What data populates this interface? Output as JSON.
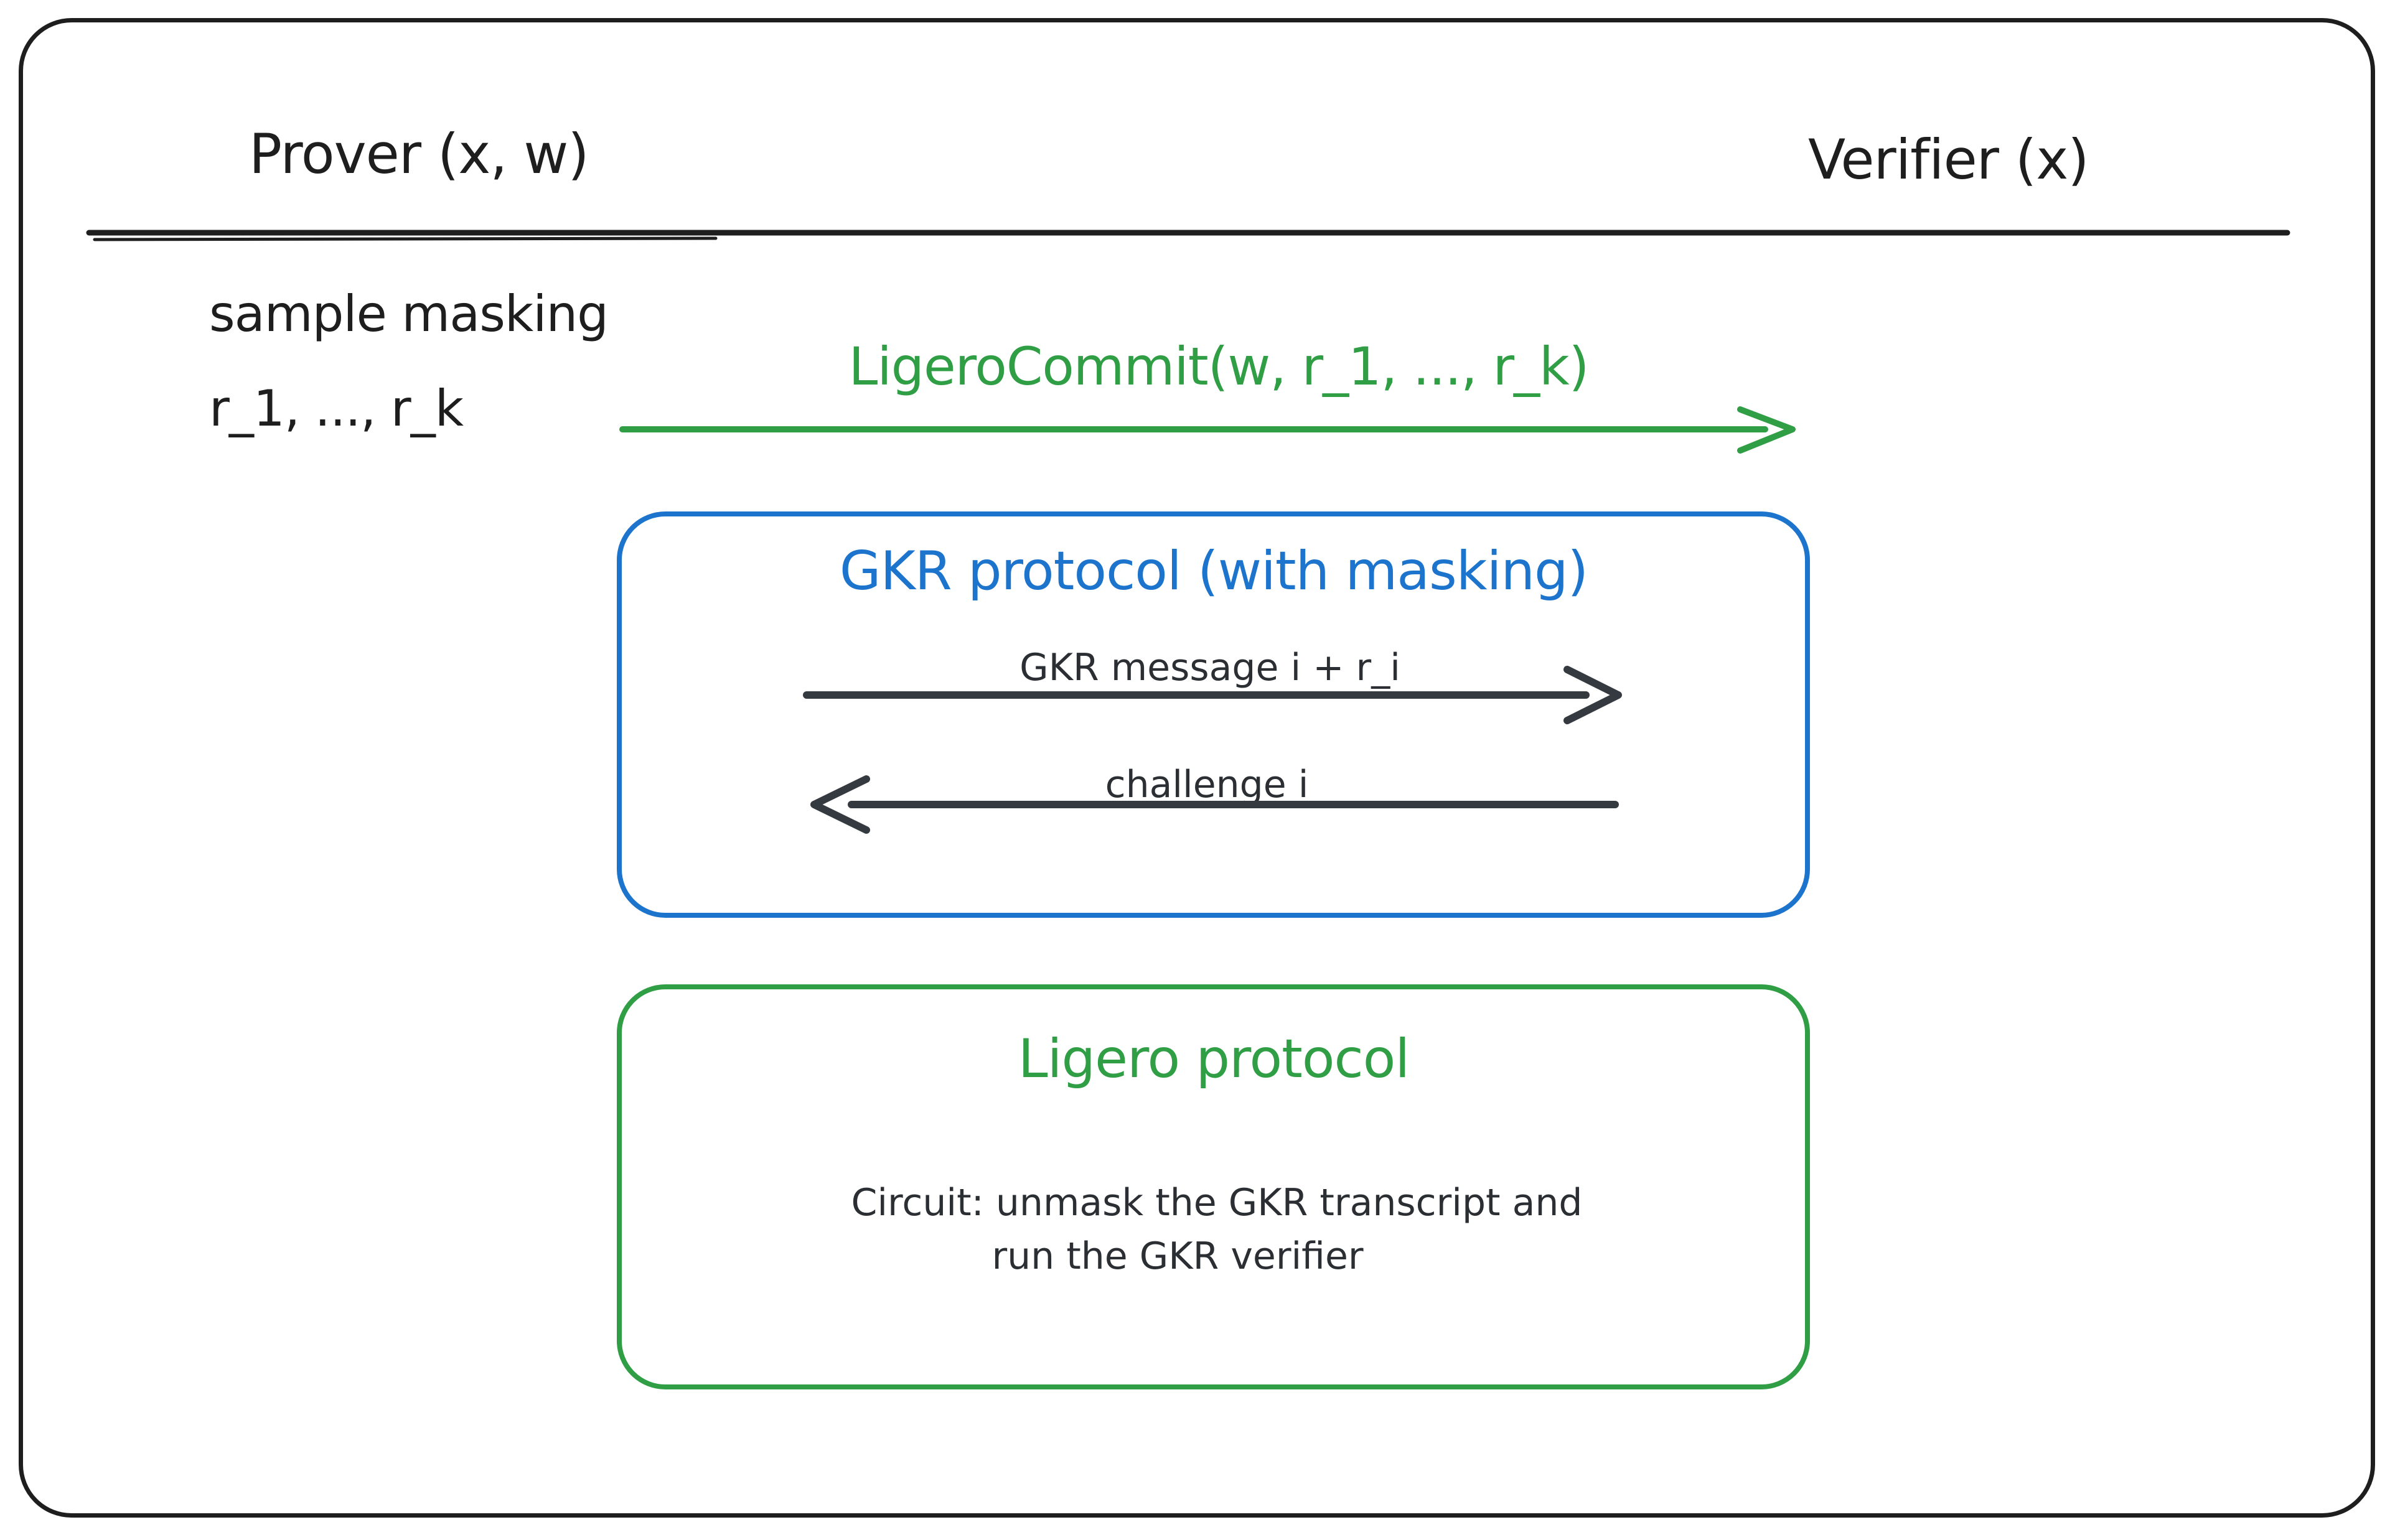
{
  "colors": {
    "ink": "#1e1e1e",
    "arrow_ink": "#343a40",
    "green": "#2f9e44",
    "blue": "#1c74cd"
  },
  "participants": {
    "prover": "Prover (x, w)",
    "verifier": "Verifier (x)"
  },
  "prover_note": {
    "line1": "sample masking",
    "line2": "r_1, ..., r_k"
  },
  "commit_arrow": {
    "label": "LigeroCommit(w, r_1, ..., r_k)",
    "direction": "right"
  },
  "gkr_box": {
    "title": "GKR protocol (with masking)",
    "messages": [
      {
        "label": "GKR message i + r_i",
        "direction": "right"
      },
      {
        "label": "challenge i",
        "direction": "left"
      }
    ]
  },
  "ligero_box": {
    "title": "Ligero protocol",
    "note_line1": "Circuit: unmask the GKR transcript and",
    "note_line2": "run the GKR verifier"
  }
}
